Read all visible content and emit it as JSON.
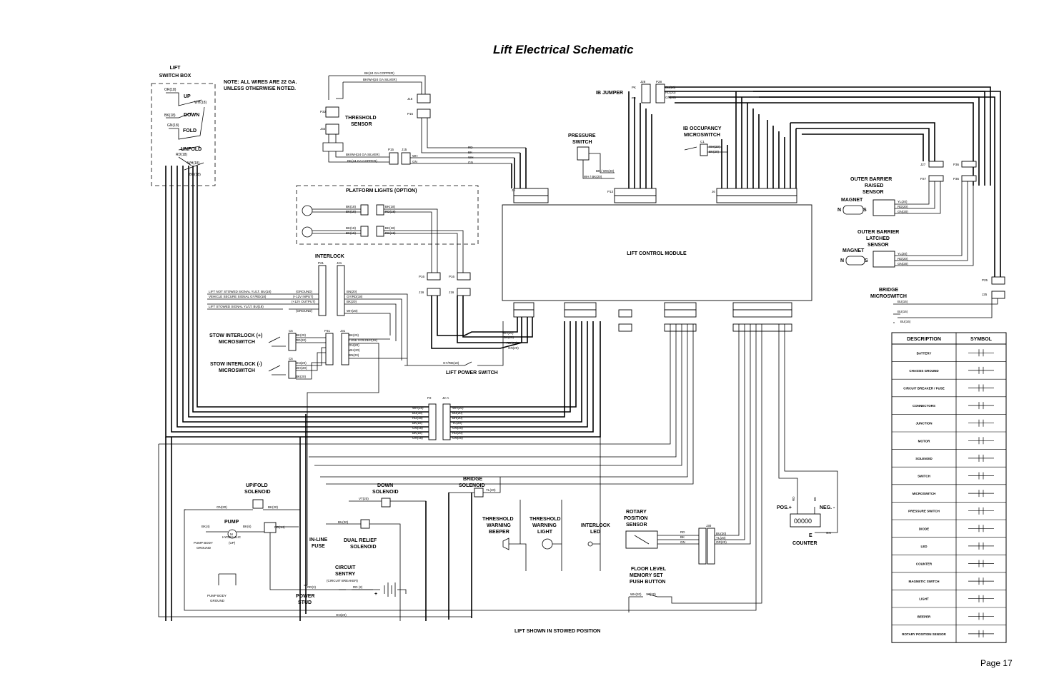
{
  "title": "Lift Electrical Schematic",
  "page": "Page 17",
  "note": [
    "NOTE:  ALL WIRES ARE 22 GA.",
    "UNLESS OTHERWISE NOTED."
  ],
  "footer": "LIFT SHOWN IN STOWED POSITION",
  "module": "LIFT CONTROL MODULE",
  "components": {
    "switch_box": [
      "LIFT",
      "SWITCH BOX"
    ],
    "switch_labels": [
      "UP",
      "DOWN",
      "FOLD",
      "UNFOLD"
    ],
    "switch_wires": [
      "OR(18)",
      "WH(18)",
      "BK(18)",
      "GN(18)",
      "RD(18)",
      "WH(18)",
      "BU(18)"
    ],
    "threshold_sensor": [
      "THRESHOLD",
      "SENSOR"
    ],
    "platform_lights": "PLATFORM LIGHTS (OPTION)",
    "interlock": "INTERLOCK",
    "stow_plus": [
      "STOW INTERLOCK (+)",
      "MICROSWITCH"
    ],
    "stow_minus": [
      "STOW INTERLOCK (-)",
      "MICROSWITCH"
    ],
    "lift_power_switch": "LIFT POWER SWITCH",
    "ib_jumper": "IB JUMPER",
    "pressure_switch": [
      "PRESSURE",
      "SWITCH"
    ],
    "ib_occupancy": [
      "IB OCCUPANCY",
      "MICROSWITCH"
    ],
    "outer_raised": [
      "OUTER BARRIER",
      "RAISED",
      "SENSOR"
    ],
    "outer_latched": [
      "OUTER BARRIER",
      "LATCHED",
      "SENSOR"
    ],
    "magnet": "MAGNET",
    "bridge_micro": [
      "BRIDGE",
      "MICROSWITCH"
    ],
    "upfold_solenoid": [
      "UP/FOLD",
      "SOLENOID"
    ],
    "pump": "PUMP",
    "hydraulic": [
      "HYDRAULIC",
      "(UP)"
    ],
    "pump_body_ground": [
      "PUMP BODY",
      "GROUND"
    ],
    "down_solenoid": [
      "DOWN",
      "SOLENOID"
    ],
    "bridge_solenoid": [
      "BRIDGE",
      "SOLENOID"
    ],
    "inline_fuse": [
      "IN-LINE",
      "FUSE"
    ],
    "dual_relief": [
      "DUAL RELIEF",
      "SOLENOID"
    ],
    "circuit_sentry": [
      "CIRCUIT",
      "SENTRY",
      "(CIRCUIT BREAKER)"
    ],
    "power_stud": [
      "POWER",
      "STUD"
    ],
    "threshold_beeper": [
      "THRESHOLD",
      "WARNING",
      "BEEPER"
    ],
    "threshold_light": [
      "THRESHOLD",
      "WARNING",
      "LIGHT"
    ],
    "interlock_led": [
      "INTERLOCK",
      "LED"
    ],
    "rotary_sensor": [
      "ROTARY",
      "POSITION",
      "SENSOR"
    ],
    "floor_memory": [
      "FLOOR LEVEL",
      "MEMORY SET",
      "PUSH BUTTON"
    ],
    "counter": "COUNTER",
    "counter_value": "00000",
    "pos": "POS.+",
    "neg": "NEG. -"
  },
  "interlock_signals": [
    "LIFT NOT STOWED SIGNAL  YL/LT. BU(18)",
    "VEHICLE SECURE SIGNAL   GY/RD(18)",
    "LIFT STOWED SIGNAL  YL/LT. BU(18)"
  ],
  "interlock_inner": [
    "(GROUND)",
    "(+12V INPUT)",
    "(+12V OUTPUT)",
    "(GROUND)"
  ],
  "interlock_right": [
    "BN(20)",
    "GY/RD(18)",
    "BK(20)",
    "WH(20)"
  ],
  "p2_left": [
    "WH(18)",
    "BU(18)",
    "RD(18)",
    "BK(18)",
    "GN(18)",
    "BK(18)",
    "OR(18)"
  ],
  "j2a_right": [
    "WH(20)",
    "BU(20)",
    "BR(20)",
    "YL(20)",
    "GN(20)",
    "RD(20)",
    "GN(20)"
  ],
  "legend": {
    "headers": [
      "DESCRIPTION",
      "SYMBOL"
    ],
    "rows": [
      "BATTERY",
      "CHASSIS GROUND",
      "CIRCUIT BREAKER / FUSE",
      "CONNECTORS",
      "JUNCTION",
      "MOTOR",
      "SOLENOID",
      "SWITCH",
      "MICROSWITCH",
      "PRESSURE SWITCH",
      "DIODE",
      "LED",
      "COUNTER",
      "MAGNETIC SWITCH",
      "LIGHT",
      "BEEPER",
      "ROTARY POSITION SENSOR"
    ]
  }
}
